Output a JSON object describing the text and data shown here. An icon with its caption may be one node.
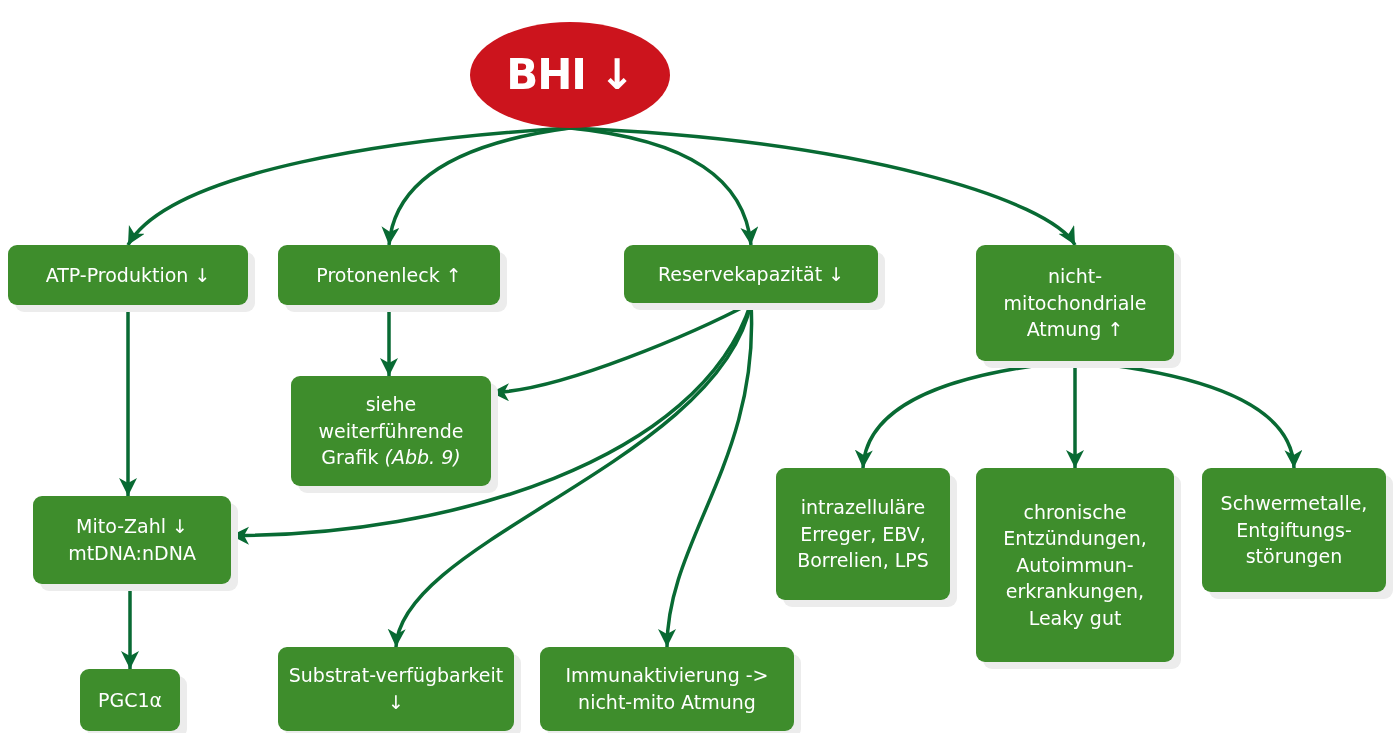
{
  "diagram": {
    "nodes": [
      {
        "text": [
          "BHI ↓"
        ]
      },
      {
        "text": [
          "ATP-Produktion ↓"
        ]
      },
      {
        "text": [
          "Protonenleck ↑"
        ]
      },
      {
        "text": [
          "Reservekapazität ↓"
        ]
      },
      {
        "text": [
          "nicht-mitochondriale Atmung ↑"
        ]
      },
      {
        "text": [
          "siehe weiterführende Grafik *(Abb. 9)*"
        ]
      },
      {
        "text": [
          "Mito-Zahl ↓ mtDNA:nDNA"
        ]
      },
      {
        "text": [
          "PGC1α"
        ]
      },
      {
        "text": [
          "Substrat-verfügbarkeit ↓"
        ]
      },
      {
        "text": [
          "Immunaktivierung -> nicht-mito Atmung"
        ]
      },
      {
        "text": [
          "intrazelluläre Erreger, EBV, Borrelien, LPS"
        ]
      },
      {
        "text": [
          "chronische Entzündungen, Autoimmun-erkrankungen, Leaky gut"
        ]
      },
      {
        "text": [
          "Schwermetalle, Entgiftungs-störungen"
        ]
      }
    ],
    "edges": [
      {
        "from": 0,
        "to": 1,
        "arrow": "to"
      },
      {
        "from": 0,
        "to": 2,
        "arrow": "to"
      },
      {
        "from": 0,
        "to": 3,
        "arrow": "to"
      },
      {
        "from": 0,
        "to": 4,
        "arrow": "to"
      },
      {
        "from": 1,
        "to": 6,
        "arrow": "to"
      },
      {
        "from": 2,
        "to": 5,
        "arrow": "to"
      },
      {
        "from": 3,
        "to": 5,
        "arrow": "to"
      },
      {
        "from": 3,
        "to": 6,
        "arrow": "to"
      },
      {
        "from": 3,
        "to": 8,
        "arrow": "to"
      },
      {
        "from": 3,
        "to": 9,
        "arrow": "to"
      },
      {
        "from": 6,
        "to": 7,
        "arrow": "to"
      },
      {
        "from": 4,
        "to": 10,
        "arrow": "to"
      },
      {
        "from": 4,
        "to": 11,
        "arrow": "to"
      },
      {
        "from": 4,
        "to": 12,
        "arrow": "to"
      }
    ]
  }
}
